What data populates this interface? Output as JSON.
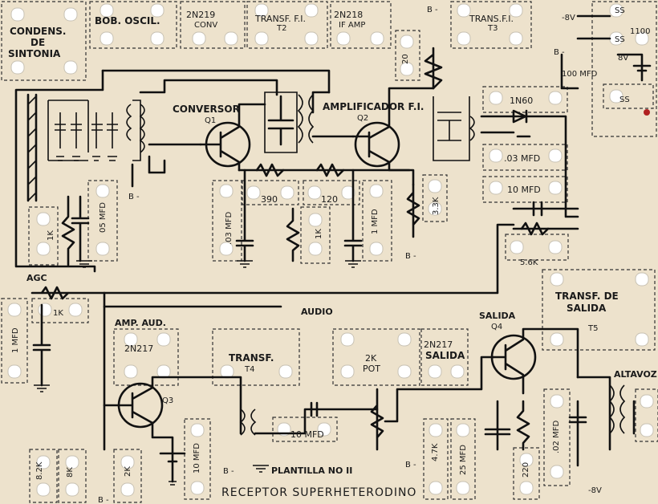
{
  "title": "RECEPTOR  SUPERHETERODINO",
  "template": "PLANTILLA NO II",
  "colors": {
    "board": "#ede2cc",
    "ink": "#111111",
    "hole": "#ffffff",
    "red_terminal": "#b02020"
  },
  "blocks": {
    "condens": [
      "CONDENS.",
      "DE",
      "SINTONIA"
    ],
    "bob_oscil": "BOB. OSCIL.",
    "q1_block": [
      "2N219",
      "CONV"
    ],
    "transf_t2": [
      "TRANSF. F.I.",
      "T2"
    ],
    "q2_block": [
      "2N218",
      "IF AMP"
    ],
    "transf_t3": [
      "TRANS.F.I.",
      "T3"
    ],
    "transf_t4": [
      "TRANSF.",
      "T4"
    ],
    "pot": [
      "2K",
      "POT"
    ],
    "salida_block": [
      "2N217",
      "SALIDA"
    ],
    "amp_aud_block": [
      "AMP. AUD.",
      "2N217"
    ],
    "transf_t5": [
      "TRANSF. DE",
      "SALIDA",
      "T5"
    ]
  },
  "stages": {
    "conversor": [
      "CONVERSOR",
      "Q1"
    ],
    "amplificador": [
      "AMPLIFICADOR F.I.",
      "Q2"
    ],
    "salida": [
      "SALIDA",
      "Q4"
    ],
    "q3": "Q3"
  },
  "components": {
    "r_20": "20",
    "r_390": "390",
    "r_120": "120",
    "r_1k_a": "1K",
    "r_1k_b": "1K",
    "r_1k_c": "1K",
    "c_05": "05 MFD",
    "c_03_a": ".03 MFD",
    "c_1mfd_a": "1 MFD",
    "c_1mfd_b": "1 MFD",
    "r_33k": "3.3K",
    "diode": "1N60",
    "c_03_b": ".03 MFD",
    "c_10_a": "10 MFD",
    "r_5_6k": "5.6K",
    "c_100": "100 MFD",
    "r_1100": "1100",
    "r_8_2k": "8.2K",
    "r_8k": "8K",
    "r_2k": "2K",
    "c_10_b": "10 MFD",
    "c_10_c": "10 MFD",
    "r_4_7k": "4.7K",
    "c_25": "25 MFD",
    "r_220": "220",
    "c_02": ".02 MFD"
  },
  "signals": {
    "agc": "AGC",
    "audio": "AUDIO",
    "b_minus": "B -",
    "minus_8v": "-8V",
    "eight_v": "8V",
    "ss": "SS",
    "altavoz": "ALTAVOZ"
  }
}
